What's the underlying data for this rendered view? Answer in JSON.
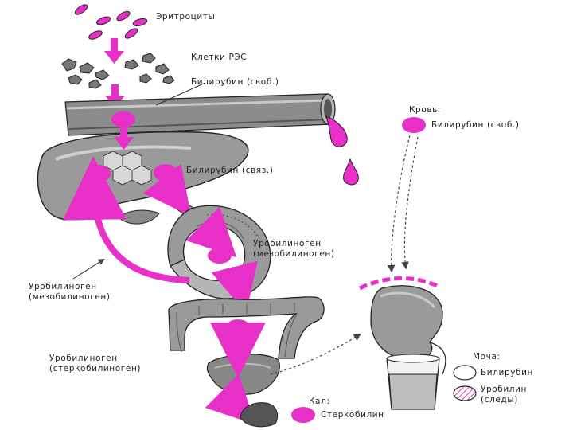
{
  "labels": {
    "erythrocytes": "Эритроциты",
    "res_cells": "Клетки РЭС",
    "bilirubin_free_top": "Билирубин (своб.)",
    "bilirubin_bound": "Билирубин (связ.)",
    "urobilinogen_meso_right_1": "Уробилиноген",
    "urobilinogen_meso_right_2": "(мезобилиноген)",
    "urobilinogen_meso_left_1": "Уробилиноген",
    "urobilinogen_meso_left_2": "(мезобилиноген)",
    "urobilinogen_sterco_1": "Уробилиноген",
    "urobilinogen_sterco_2": "(стеркобилиноген)",
    "blood_title": "Кровь:",
    "blood_bilirubin_free": "Билирубин (своб.)",
    "urine_title": "Моча:",
    "urine_bilirubin": "Билирубин",
    "urine_urobilin_1": "Уробилин",
    "urine_urobilin_2": "(следы)",
    "feces_title": "Кал:",
    "feces_stercobilin": "Стеркобилин"
  },
  "colors": {
    "accent": "#e830c8",
    "ink": "#222222",
    "organ_fill": "#9a9a9a",
    "organ_light": "#cfcfcf"
  }
}
